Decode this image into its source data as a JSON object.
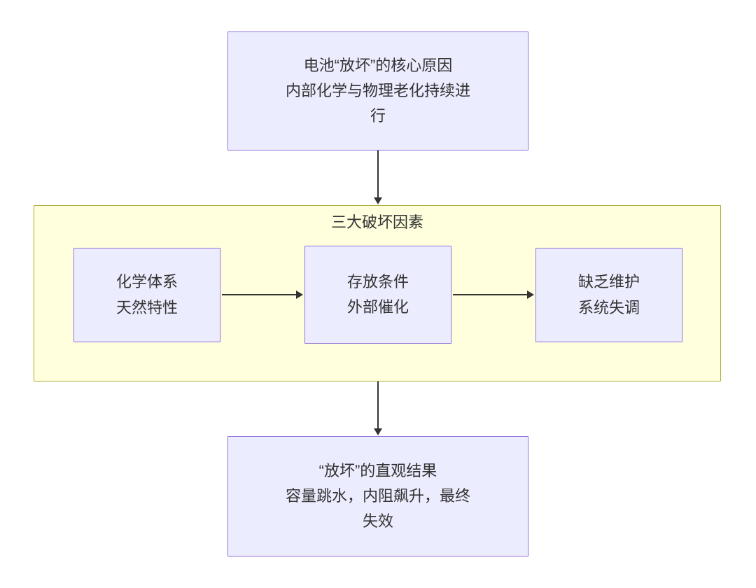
{
  "diagram": {
    "type": "flowchart",
    "direction": "top-down",
    "colors": {
      "node_background": "#ECECFF",
      "node_border": "#9370DB",
      "group_background": "#FFFFDE",
      "group_border": "#AAAA33",
      "arrow": "#333333",
      "text": "#333333"
    },
    "nodes": {
      "top": {
        "text": "电池“放坏”的核心原因\n内部化学与物理老化持续进\n行"
      },
      "bottom": {
        "text": "“放坏”的直观结果\n容量跳水，内阻飙升，最终\n失效"
      }
    },
    "group": {
      "title": "三大破坏因素",
      "nodes": [
        {
          "text": "化学体系\n天然特性"
        },
        {
          "text": "存放条件\n外部催化"
        },
        {
          "text": "缺乏维护\n系统失调"
        }
      ]
    },
    "edges": [
      {
        "from": "top",
        "to": "group"
      },
      {
        "from": "group-node-1",
        "to": "group-node-2"
      },
      {
        "from": "group-node-2",
        "to": "group-node-3"
      },
      {
        "from": "group",
        "to": "bottom"
      }
    ]
  }
}
